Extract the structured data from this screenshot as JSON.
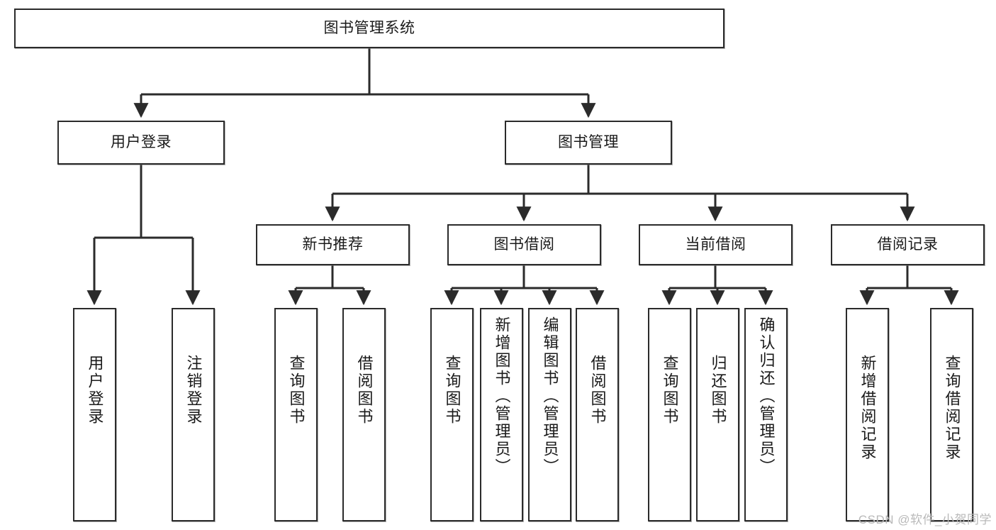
{
  "diagram": {
    "type": "tree-hierarchy",
    "title": "图书管理系统",
    "watermark": "CSDN @软件_小贺同学",
    "colors": {
      "stroke": "#2b2b2b",
      "fill": "#ffffff",
      "text": "#1a1a1a",
      "watermark": "#b9b9b9"
    },
    "levels": [
      {
        "level": 1,
        "nodes": [
          {
            "id": "root",
            "label": "图书管理系统",
            "orientation": "horizontal"
          }
        ]
      },
      {
        "level": 2,
        "nodes": [
          {
            "id": "login",
            "label": "用户登录",
            "orientation": "horizontal",
            "parent": "root"
          },
          {
            "id": "bookmgmt",
            "label": "图书管理",
            "orientation": "horizontal",
            "parent": "root"
          }
        ]
      },
      {
        "level": 3,
        "nodes": [
          {
            "id": "newbook",
            "label": "新书推荐",
            "orientation": "horizontal",
            "parent": "bookmgmt"
          },
          {
            "id": "borrow",
            "label": "图书借阅",
            "orientation": "horizontal",
            "parent": "bookmgmt"
          },
          {
            "id": "current",
            "label": "当前借阅",
            "orientation": "horizontal",
            "parent": "bookmgmt"
          },
          {
            "id": "records",
            "label": "借阅记录",
            "orientation": "horizontal",
            "parent": "bookmgmt"
          }
        ]
      },
      {
        "level": 4,
        "nodes": [
          {
            "id": "leaf-user-login",
            "label": "用户登录",
            "orientation": "vertical",
            "parent": "login"
          },
          {
            "id": "leaf-logout",
            "label": "注销登录",
            "orientation": "vertical",
            "parent": "login"
          },
          {
            "id": "leaf-query-book-1",
            "label": "查询图书",
            "orientation": "vertical",
            "parent": "newbook"
          },
          {
            "id": "leaf-borrow-book-1",
            "label": "借阅图书",
            "orientation": "vertical",
            "parent": "newbook"
          },
          {
            "id": "leaf-query-book-2",
            "label": "查询图书",
            "orientation": "vertical",
            "parent": "borrow"
          },
          {
            "id": "leaf-add-book",
            "label": "新增图书（管理员）",
            "orientation": "vertical",
            "parent": "borrow"
          },
          {
            "id": "leaf-edit-book",
            "label": "编辑图书（管理员）",
            "orientation": "vertical",
            "parent": "borrow"
          },
          {
            "id": "leaf-borrow-book-2",
            "label": "借阅图书",
            "orientation": "vertical",
            "parent": "borrow"
          },
          {
            "id": "leaf-query-book-3",
            "label": "查询图书",
            "orientation": "vertical",
            "parent": "current"
          },
          {
            "id": "leaf-return-book",
            "label": "归还图书",
            "orientation": "vertical",
            "parent": "current"
          },
          {
            "id": "leaf-confirm-return",
            "label": "确认归还（管理员）",
            "orientation": "vertical",
            "parent": "current"
          },
          {
            "id": "leaf-add-record",
            "label": "新增借阅记录",
            "orientation": "vertical",
            "parent": "records"
          },
          {
            "id": "leaf-query-record",
            "label": "查询借阅记录",
            "orientation": "vertical",
            "parent": "records"
          }
        ]
      }
    ]
  },
  "nodes": {
    "root": {
      "label": "图书管理系统"
    },
    "login": {
      "label": "用户登录"
    },
    "bookmgmt": {
      "label": "图书管理"
    },
    "newbook": {
      "label": "新书推荐"
    },
    "borrow": {
      "label": "图书借阅"
    },
    "current": {
      "label": "当前借阅"
    },
    "records": {
      "label": "借阅记录"
    },
    "leafUserLogin": {
      "label": "用户登录"
    },
    "leafLogout": {
      "label": "注销登录"
    },
    "leafQueryBook1": {
      "label": "查询图书"
    },
    "leafBorrowBook1": {
      "label": "借阅图书"
    },
    "leafQueryBook2": {
      "label": "查询图书"
    },
    "leafAddBook": {
      "label": "新增图书（管理员）"
    },
    "leafEditBook": {
      "label": "编辑图书（管理员）"
    },
    "leafBorrowBook2": {
      "label": "借阅图书"
    },
    "leafQueryBook3": {
      "label": "查询图书"
    },
    "leafReturnBook": {
      "label": "归还图书"
    },
    "leafConfirmReturn": {
      "label": "确认归还（管理员）"
    },
    "leafAddRecord": {
      "label": "新增借阅记录"
    },
    "leafQueryRecord": {
      "label": "查询借阅记录"
    }
  },
  "footer": {
    "watermark": "CSDN @软件_小贺同学"
  }
}
